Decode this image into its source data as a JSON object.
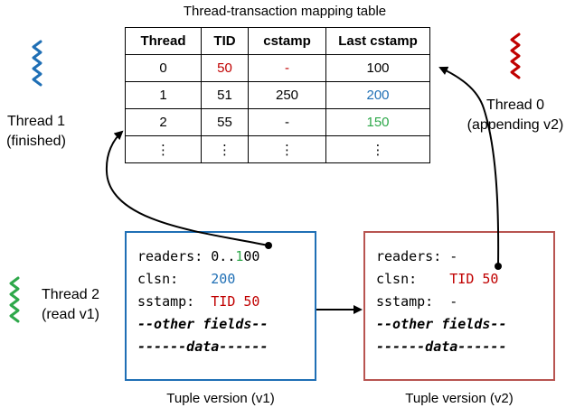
{
  "table": {
    "title": "Thread-transaction mapping table",
    "headers": [
      "Thread",
      "TID",
      "cstamp",
      "Last cstamp"
    ],
    "rows": [
      [
        "0",
        "50",
        "-",
        "100"
      ],
      [
        "1",
        "51",
        "250",
        "200"
      ],
      [
        "2",
        "55",
        "-",
        "150"
      ],
      [
        "⋮",
        "⋮",
        "⋮",
        "⋮"
      ]
    ]
  },
  "threads": {
    "thread1": {
      "name": "Thread 1",
      "status": "(finished)"
    },
    "thread0": {
      "name": "Thread 0",
      "status": "(appending v2)"
    },
    "thread2": {
      "name": "Thread 2",
      "status": "(read v1)"
    }
  },
  "tuple_v1": {
    "readers_label": "readers:",
    "readers_prefix": "0..",
    "readers_mid": "1",
    "readers_suffix": "00",
    "clsn_label": "clsn:",
    "clsn_value": "200",
    "sstamp_label": "sstamp:",
    "sstamp_value": "TID 50",
    "other_fields": "--other fields--",
    "data_line": "------data------",
    "caption": "Tuple version (v1)"
  },
  "tuple_v2": {
    "readers_label": "readers:",
    "readers_value": "-",
    "clsn_label": "clsn:",
    "clsn_value": "TID 50",
    "sstamp_label": "sstamp:",
    "sstamp_value": "-",
    "other_fields": "--other fields--",
    "data_line": "------data------",
    "caption": "Tuple version (v2)"
  },
  "colors": {
    "thread0": "#c00000",
    "thread1": "#1f6fb5",
    "thread2": "#2ea84a",
    "tuple_v1_border": "#1f6fb5",
    "tuple_v2_border": "#b85450"
  }
}
